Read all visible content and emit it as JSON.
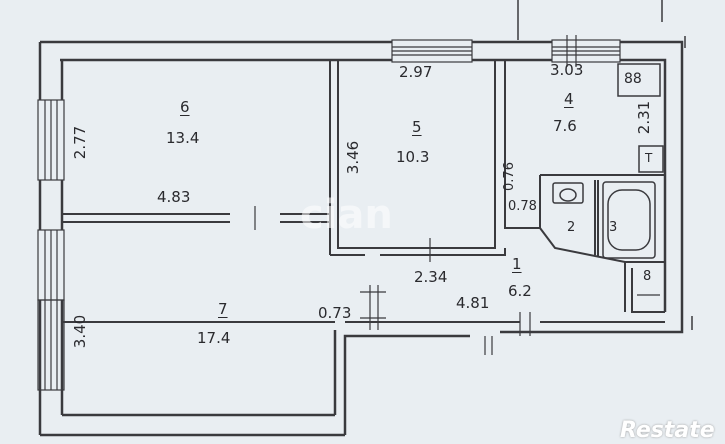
{
  "rooms": [
    {
      "id": "6",
      "area": "13.4"
    },
    {
      "id": "5",
      "area": "10.3"
    },
    {
      "id": "4",
      "area": "7.6"
    },
    {
      "id": "7",
      "area": "17.4"
    },
    {
      "id": "1",
      "area": "6.2"
    },
    {
      "id": "2",
      "area": ""
    },
    {
      "id": "3",
      "area": ""
    },
    {
      "id": "8",
      "area": ""
    }
  ],
  "dimensions": {
    "d_2_97": "2.97",
    "d_3_03": "3.03",
    "d_2_77": "2.77",
    "d_3_46": "3.46",
    "d_2_31": "2.31",
    "d_0_76": "0.76",
    "d_4_83": "4.83",
    "d_0_78": "0.78",
    "d_2_34": "2.34",
    "d_4_81": "4.81",
    "d_0_73": "0.73",
    "d_3_40": "3.40"
  },
  "symbols": {
    "stove": "88",
    "t": "T"
  },
  "watermark": "Restate",
  "ghost_watermark": "cian"
}
